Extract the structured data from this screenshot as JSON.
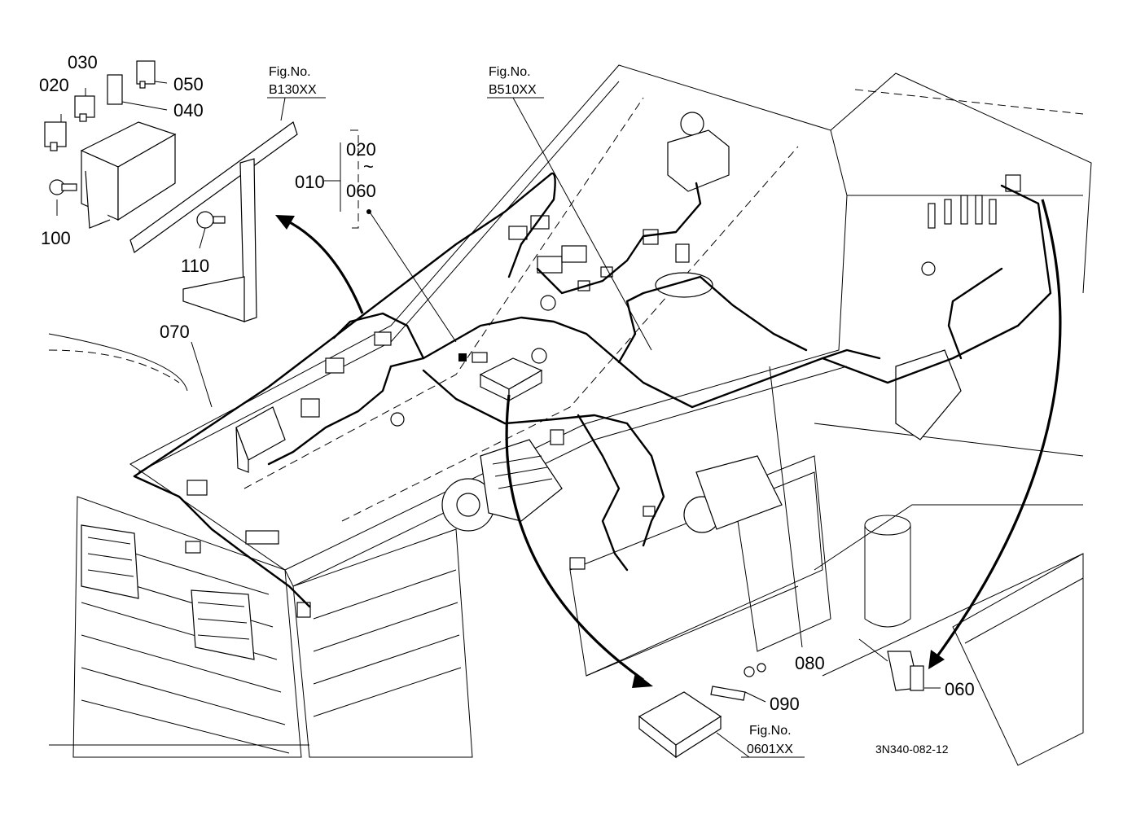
{
  "parts": {
    "p020": "020",
    "p030": "030",
    "p040": "040",
    "p050": "050",
    "p100": "100",
    "p110": "110",
    "p070": "070",
    "p010": "010",
    "range_start": "020",
    "range_tilde": "~",
    "range_end": "060",
    "p080": "080",
    "p060": "060",
    "p090": "090"
  },
  "figure_refs": {
    "caption": "Fig.No.",
    "b130": "B130XX",
    "b510": "B510XX",
    "f0601": "0601XX"
  },
  "drawing_code": "3N340-082-12"
}
